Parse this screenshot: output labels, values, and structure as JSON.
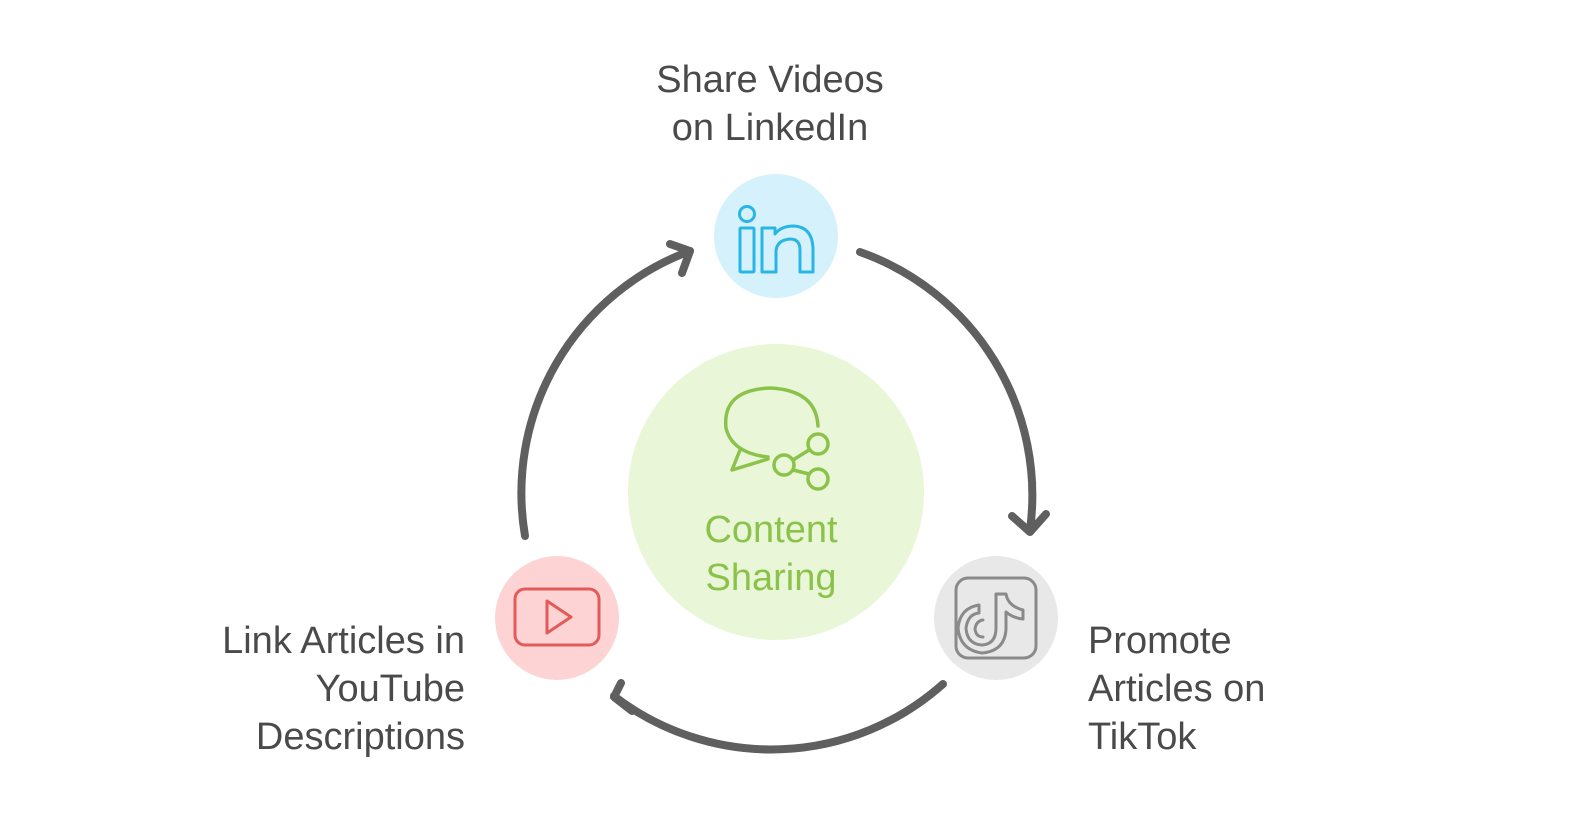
{
  "center": {
    "lines": [
      "Content",
      "Sharing"
    ],
    "icon": "chat-share-icon",
    "fill": "#eaf6d8",
    "color": "#8bc34a"
  },
  "nodes": [
    {
      "id": "linkedin",
      "lines": [
        "Share Videos",
        "on LinkedIn"
      ],
      "icon": "linkedin-icon",
      "fill": "#d4f1fc",
      "color": "#29b6e6"
    },
    {
      "id": "tiktok",
      "lines": [
        "Promote",
        "Articles on",
        "TikTok"
      ],
      "icon": "tiktok-icon",
      "fill": "#e8e8e8",
      "color": "#8a8a8a"
    },
    {
      "id": "youtube",
      "lines": [
        "Link Articles in",
        "YouTube",
        "Descriptions"
      ],
      "icon": "youtube-icon",
      "fill": "#fdd3d3",
      "color": "#e35a5a"
    }
  ],
  "arrow_color": "#5f5f5f"
}
